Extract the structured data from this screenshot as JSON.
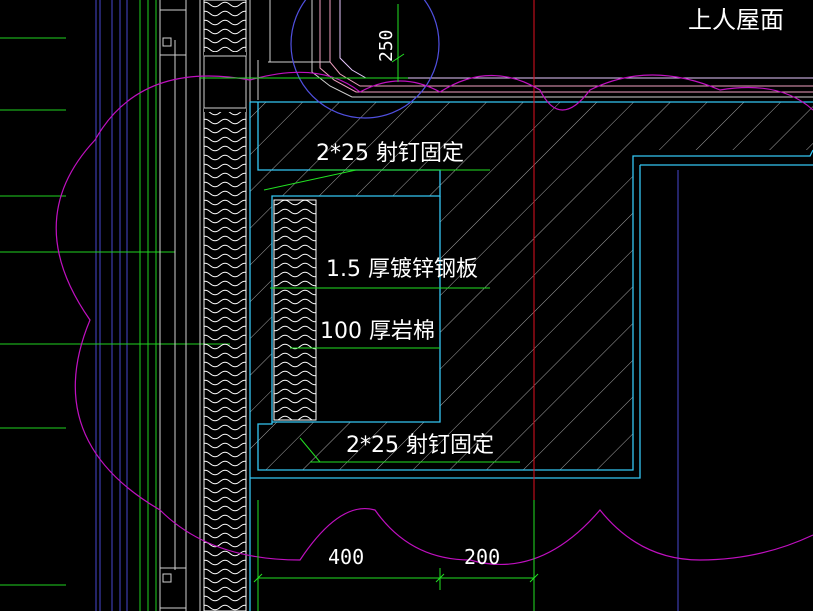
{
  "drawing": {
    "roof_label": "上人屋面",
    "annotations": {
      "fastener_top": "2*25  射钉固定",
      "steel_plate": "1.5  厚镀锌钢板",
      "rock_wool": "100  厚岩棉",
      "fastener_bottom": "2*25  射钉固定"
    },
    "dimensions": {
      "flashing_height": "250",
      "width_left": "400",
      "width_right": "200"
    }
  },
  "colors": {
    "background": "#000000",
    "concrete_outline": "#34c6f4",
    "insulation": "#ffffff",
    "leader_lines": "#22e022",
    "revision_cloud": "#c010c0",
    "axis_line": "#e01020",
    "waterproofing": "#f0a0c0",
    "frame_lines": "#c8c8c8",
    "grid_lines": "#4040c0"
  }
}
